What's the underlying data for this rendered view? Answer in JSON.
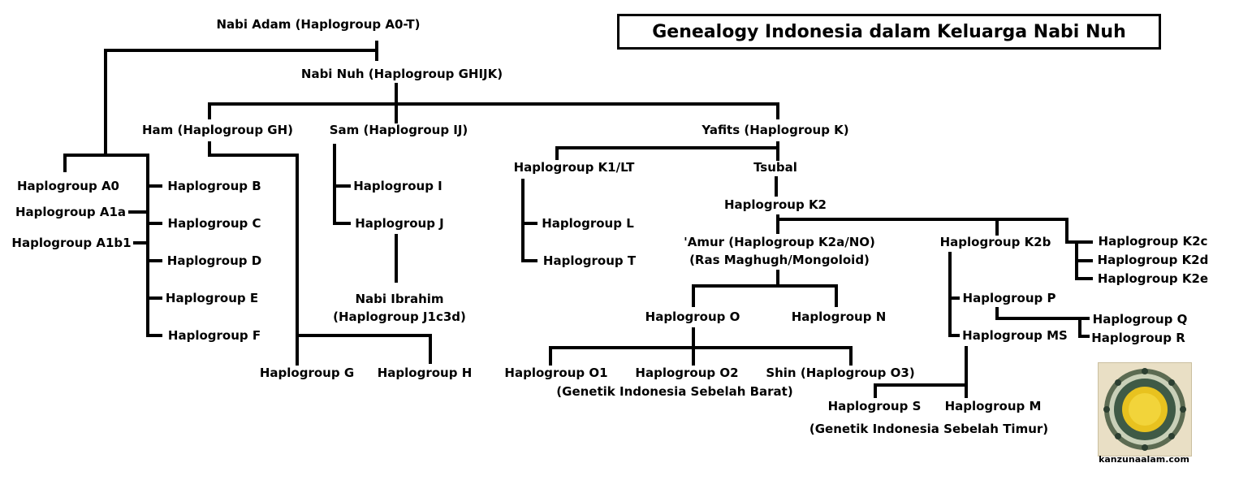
{
  "title": "Genealogy Indonesia dalam Keluarga Nabi Nuh",
  "nodes": {
    "adam": "Nabi Adam (Haplogroup A0-T)",
    "nuh": "Nabi Nuh (Haplogroup GHIJK)",
    "ham": "Ham (Haplogroup GH)",
    "sam": "Sam (Haplogroup IJ)",
    "yafits": "Yafits (Haplogroup K)",
    "a0": "Haplogroup A0",
    "a1a": "Haplogroup A1a",
    "a1b1": "Haplogroup A1b1",
    "b": "Haplogroup B",
    "c": "Haplogroup C",
    "d": "Haplogroup D",
    "e": "Haplogroup E",
    "f": "Haplogroup F",
    "i": "Haplogroup I",
    "j": "Haplogroup J",
    "ibrahim_1": "Nabi Ibrahim",
    "ibrahim_2": "(Haplogroup J1c3d)",
    "g": "Haplogroup G",
    "h": "Haplogroup H",
    "k1lt": "Haplogroup K1/LT",
    "tsubal": "Tsubal",
    "l": "Haplogroup L",
    "t": "Haplogroup T",
    "k2": "Haplogroup K2",
    "amur_1": "'Amur (Haplogroup K2a/NO)",
    "amur_2": "(Ras Maghugh/Mongoloid)",
    "k2b": "Haplogroup K2b",
    "k2c": "Haplogroup K2c",
    "k2d": "Haplogroup K2d",
    "k2e": "Haplogroup K2e",
    "o": "Haplogroup O",
    "n": "Haplogroup N",
    "p": "Haplogroup P",
    "ms": "Haplogroup MS",
    "q": "Haplogroup Q",
    "r": "Haplogroup R",
    "o1": "Haplogroup O1",
    "o2": "Haplogroup O2",
    "o3": "Shin (Haplogroup O3)",
    "barat": "(Genetik Indonesia Sebelah Barat)",
    "s": "Haplogroup S",
    "m": "Haplogroup M",
    "timur": "(Genetik Indonesia Sebelah Timur)"
  },
  "logo_caption": "kanzunaalam.com"
}
